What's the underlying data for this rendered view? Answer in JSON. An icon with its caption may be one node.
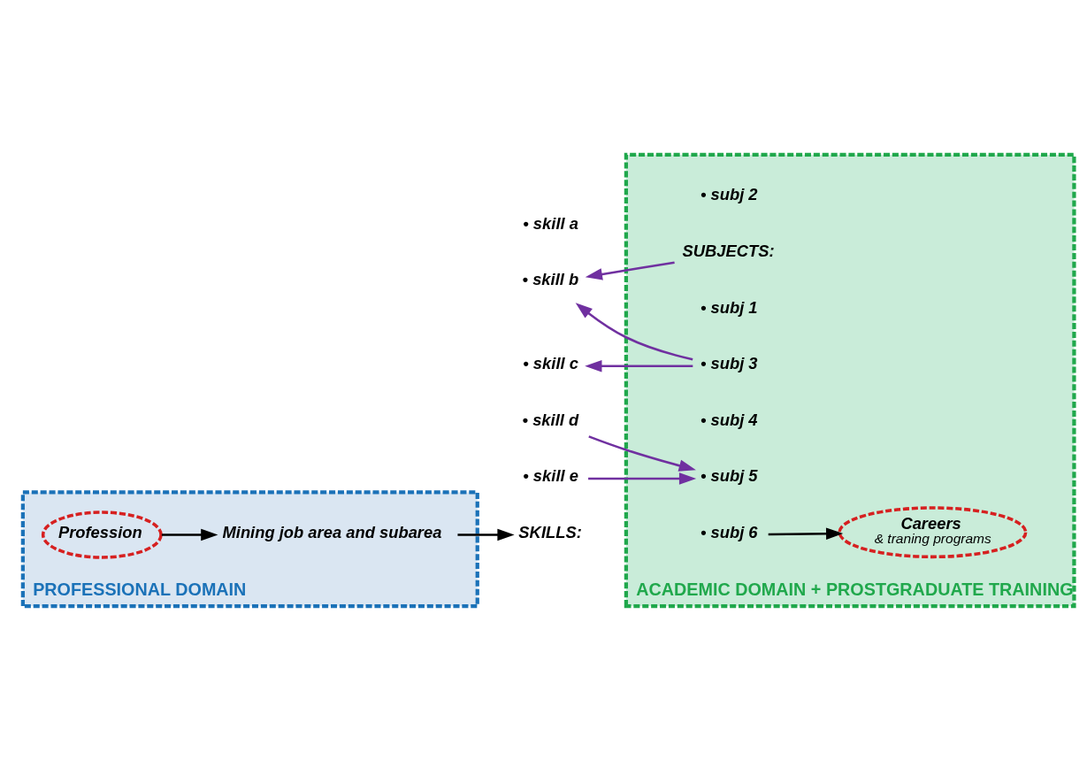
{
  "diagram": {
    "nodes": [
      {
        "text": [
          "PROFESSIONAL DOMAIN"
        ]
      },
      {
        "text": [
          "ACADEMIC DOMAIN + PROSTGRADUATE TRAINING"
        ]
      },
      {
        "text": [
          "Profession"
        ],
        "in": 0
      },
      {
        "text": [
          "Mining job area and subarea"
        ],
        "in": 0
      },
      {
        "text": [
          "SKILLS:"
        ]
      },
      {
        "text": [
          "• skill a"
        ]
      },
      {
        "text": [
          "• skill b"
        ]
      },
      {
        "text": [
          "• skill c"
        ]
      },
      {
        "text": [
          "• skill d"
        ]
      },
      {
        "text": [
          "• skill e"
        ]
      },
      {
        "text": [
          "• subj 2"
        ],
        "in": 1
      },
      {
        "text": [
          "SUBJECTS:"
        ],
        "in": 1
      },
      {
        "text": [
          "• subj 1"
        ],
        "in": 1
      },
      {
        "text": [
          "• subj 3"
        ],
        "in": 1
      },
      {
        "text": [
          "• subj 4"
        ],
        "in": 1
      },
      {
        "text": [
          "• subj 5"
        ],
        "in": 1
      },
      {
        "text": [
          "• subj 6"
        ],
        "in": 1
      },
      {
        "text": [
          "Careers",
          "& traning programs"
        ],
        "in": 1
      }
    ],
    "edges": [
      {
        "from": 2,
        "to": 3,
        "arrow": "to",
        "color": "#000000"
      },
      {
        "from": 3,
        "to": 4,
        "arrow": "to",
        "color": "#000000"
      },
      {
        "from": 11,
        "to": 6,
        "arrow": "to",
        "color": "#7030a0"
      },
      {
        "from": 13,
        "to": 6,
        "arrow": "to",
        "color": "#7030a0"
      },
      {
        "from": 13,
        "to": 7,
        "arrow": "to",
        "color": "#7030a0"
      },
      {
        "from": 8,
        "to": 15,
        "arrow": "to",
        "color": "#7030a0"
      },
      {
        "from": 9,
        "to": 15,
        "arrow": "to",
        "color": "#7030a0"
      },
      {
        "from": 16,
        "to": 17,
        "arrow": "to",
        "color": "#000000"
      }
    ]
  }
}
